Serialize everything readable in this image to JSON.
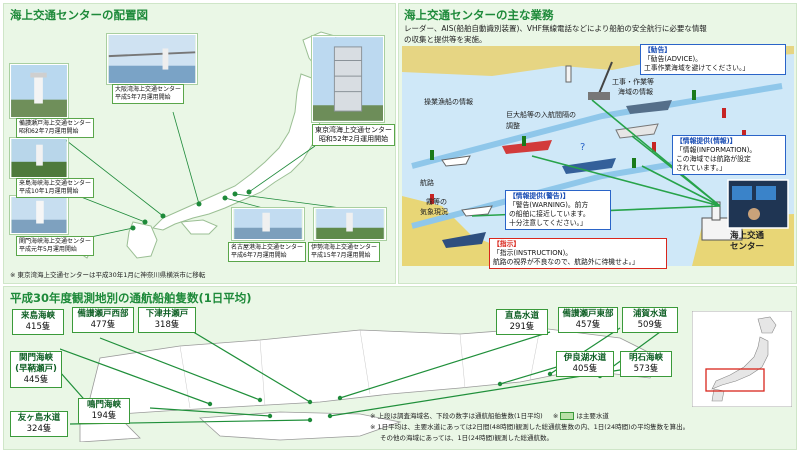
{
  "colors": {
    "green_title": "#1e8a3a",
    "panel_bg": "#eaf7e6",
    "callout_blue": "#2a64c8",
    "callout_red": "#d9261c",
    "sea": "#c9e6f7",
    "land": "#e8d676"
  },
  "map_section": {
    "title": "海上交通センターの配置図",
    "centers": [
      {
        "name": "備讃瀬戸海上交通センター",
        "start": "昭和62年7月運用開始"
      },
      {
        "name": "大阪湾海上交通センター",
        "start": "平成5年7月運用開始"
      },
      {
        "name": "東京湾海上交通センター",
        "start": "昭和52年2月運用開始"
      },
      {
        "name": "来島海峡海上交通センター",
        "start": "平成10年1月運用開始"
      },
      {
        "name": "関門海峡海上交通センター",
        "start": "平成元年5月運用開始"
      },
      {
        "name": "名古屋港海上交通センター",
        "start": "平成6年7月運用開始"
      },
      {
        "name": "伊勢湾海上交通センター",
        "start": "平成15年7月運用開始"
      }
    ],
    "footnote": "※ 東京湾海上交通センターは平成30年1月に神奈川県横浜市に移転"
  },
  "ops_section": {
    "title": "海上交通センターの主な業務",
    "desc_line1": "レーダー、AIS(船舶自動識別装置)、VHF無線電話などにより船舶の安全航行に必要な情報",
    "desc_line2": "の収集と提供等を実施。",
    "labels": {
      "fishing": "操業漁船の情報",
      "construction_1": "工事・作業等",
      "construction_2": "海域の情報",
      "large_ship_1": "巨大船等の入航間隔の",
      "large_ship_2": "調整",
      "route": "航路",
      "fog_1": "霧等の",
      "fog_2": "気象現況",
      "center_1": "海上交通",
      "center_2": "センター"
    },
    "callouts": {
      "advice": {
        "title": "【勧告】",
        "line1": "「勧告(ADVICE)。",
        "line2": "工事作業海域を避けてください。」"
      },
      "information": {
        "title": "【情報提供(情報)】",
        "line1": "「情報(INFORMATION)。",
        "line2": "この海域では航路が設定",
        "line3": "されています。」"
      },
      "warning": {
        "title": "【情報提供(警告)】",
        "line1": "「警告(WARNING)。前方",
        "line2": "の船舶に接近しています。",
        "line3": "十分注意してください。」"
      },
      "instruction": {
        "title": "【指示】",
        "line1": "「指示(INSTRUCTION)。",
        "line2": "航路の視界が不良なので、航路外に待機せよ。」"
      }
    }
  },
  "traffic_section": {
    "title": "平成30年度観測地別の通航船舶隻数(1日平均)",
    "straits": [
      {
        "name": "来島海峡",
        "count": "415隻"
      },
      {
        "name": "備讃瀬戸西部",
        "count": "477隻"
      },
      {
        "name": "下津井瀬戸",
        "count": "318隻"
      },
      {
        "name": "直島水道",
        "count": "291隻"
      },
      {
        "name": "備讃瀬戸東部",
        "count": "457隻"
      },
      {
        "name": "浦賀水道",
        "count": "509隻"
      },
      {
        "name": "関門海峡",
        "name2": "(早鞆瀬戸)",
        "count": "445隻"
      },
      {
        "name": "伊良湖水道",
        "count": "405隻"
      },
      {
        "name": "明石海峡",
        "count": "573隻"
      },
      {
        "name": "鳴門海峡",
        "count": "194隻"
      },
      {
        "name": "友ヶ島水道",
        "count": "324隻"
      }
    ],
    "note1_a": "※ 上段は調査海域名、下段の数字は通航船舶隻数(1日平均)",
    "note1_b": "※",
    "note1_c": "は主要水道",
    "note2": "※ 1日平均は、主要水道にあっては2日間(48時間)観測した総通航隻数の内、1日(24時間)の平均隻数を算出。",
    "note3": "その他の海域にあっては、1日(24時間)観測した総通航数。"
  }
}
